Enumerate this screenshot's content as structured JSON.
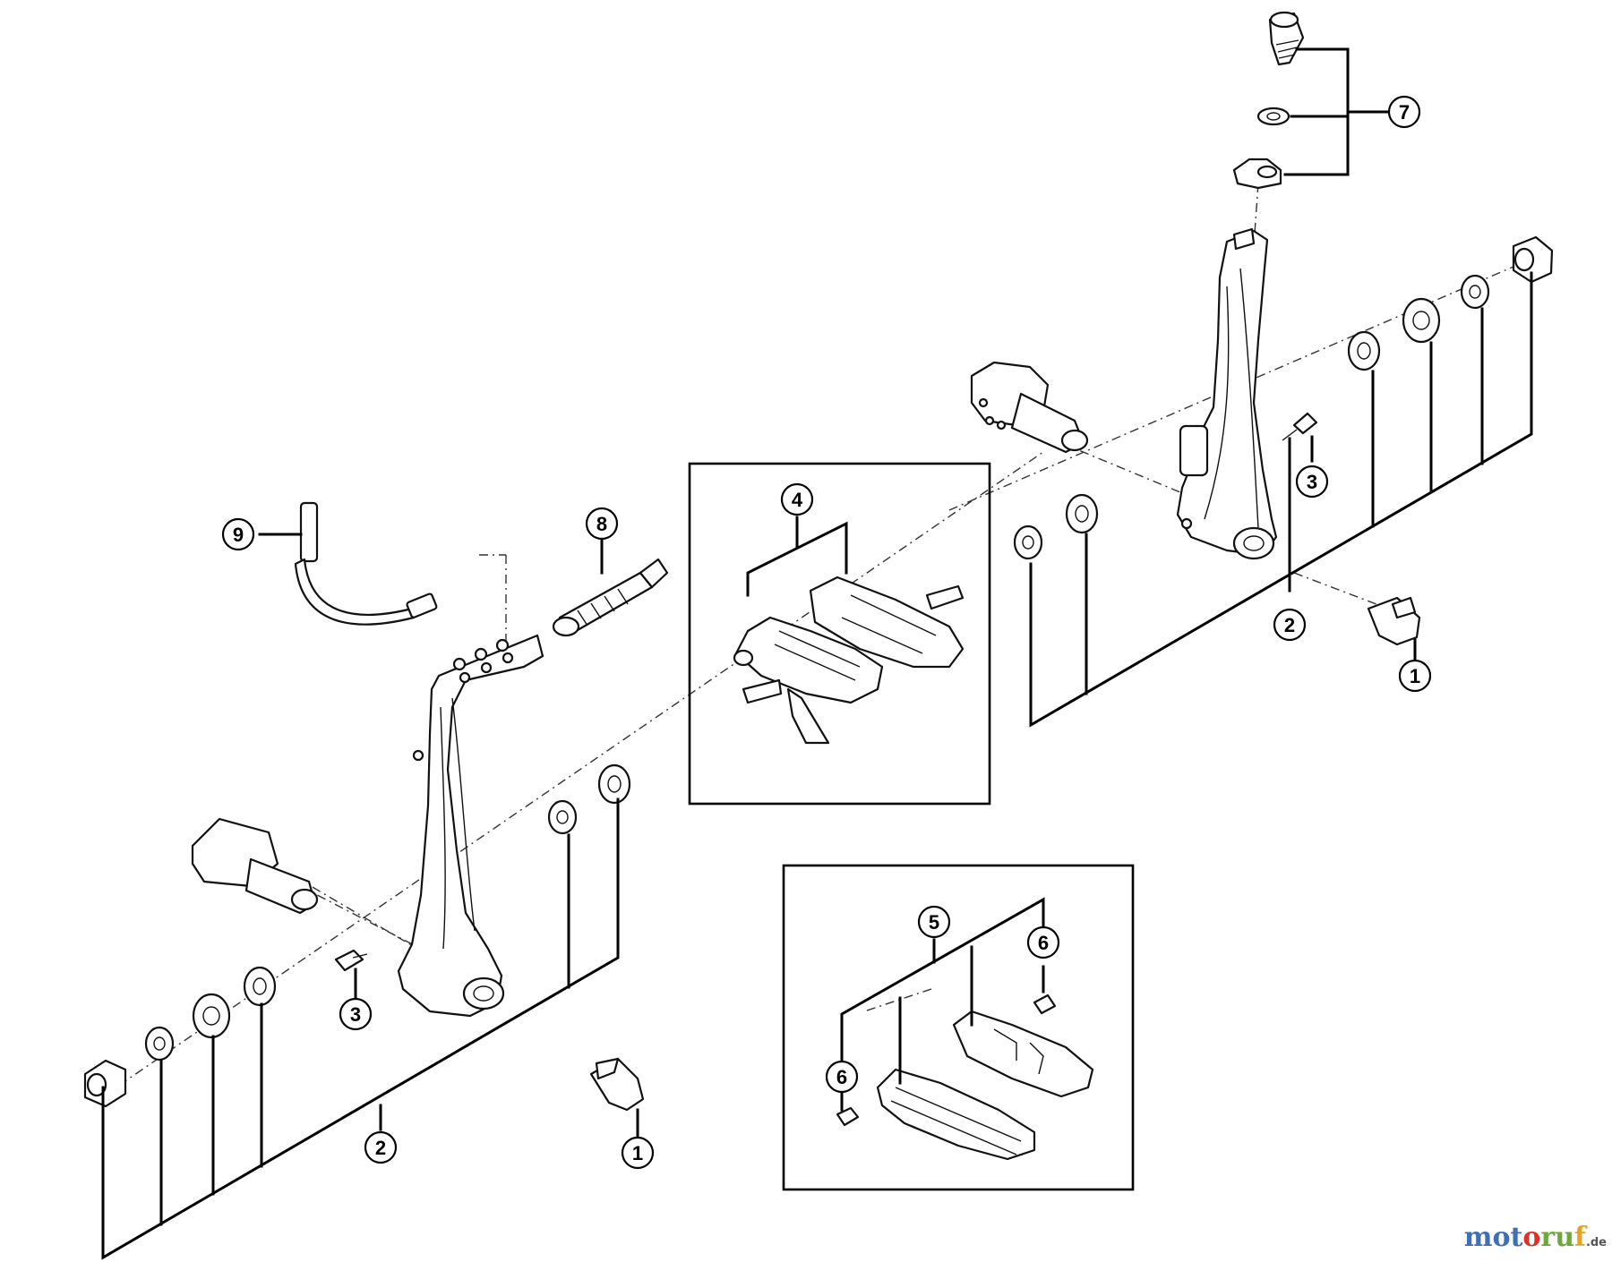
{
  "diagram": {
    "callouts": {
      "left_1": "1",
      "left_2": "2",
      "left_3": "3",
      "right_1": "1",
      "right_2": "2",
      "right_3": "3",
      "pad_4": "4",
      "cart_5": "5",
      "cart_6a": "6",
      "cart_6b": "6",
      "top_7": "7",
      "spring_8": "8",
      "noodle_9": "9"
    }
  },
  "watermark": {
    "part_a": "mot",
    "part_b": "o",
    "part_c": "ru",
    "part_d": "f",
    "tld": ".de"
  }
}
